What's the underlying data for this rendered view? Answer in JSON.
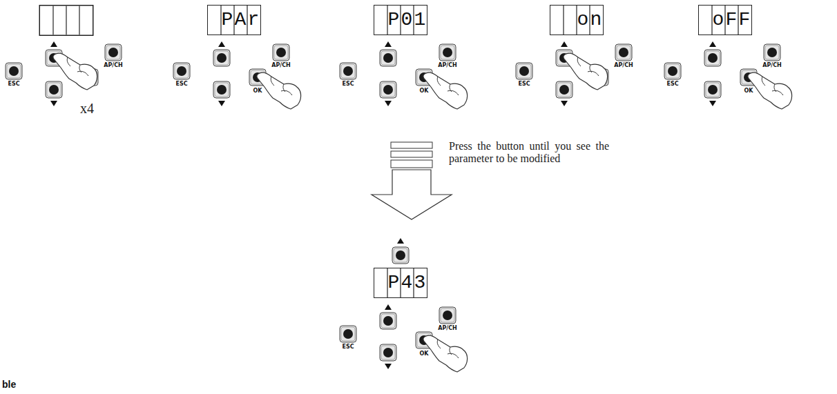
{
  "diagram": {
    "nodes": [
      {
        "text": [
          "PAr"
        ]
      },
      {
        "text": [
          "P01"
        ]
      },
      {
        "text": [
          "on"
        ]
      },
      {
        "text": [
          "oFF"
        ]
      },
      {
        "text": [
          "P43"
        ]
      }
    ],
    "labels": [
      "ESC",
      "AP/CH",
      "x4",
      "ESC",
      "OK",
      "AP/CH",
      "ESC",
      "OK",
      "AP/CH",
      "ESC",
      "AP/CH",
      "ESC",
      "OK",
      "AP/CH",
      "Press the button until you see the parameter to be modified",
      "ESC",
      "OK",
      "AP/CH",
      "ble"
    ]
  }
}
